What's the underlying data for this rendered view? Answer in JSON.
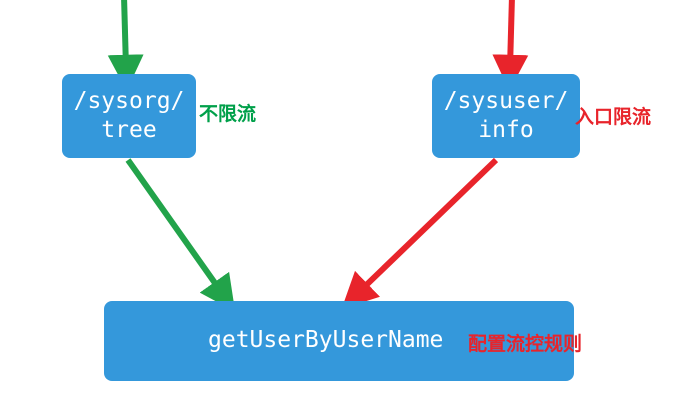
{
  "diagram": {
    "title": "flow-control-diagram",
    "colors": {
      "node_fill": "#3498db",
      "node_text": "#ffffff",
      "green": "#22a34a",
      "red": "#e8242b",
      "background": "#ffffff"
    },
    "nodes": [
      {
        "id": "sysorg-tree",
        "label": "/sysorg/\ntree"
      },
      {
        "id": "sysuser-info",
        "label": "/sysuser/\ninfo"
      },
      {
        "id": "getuserbyusername",
        "label": "getUserByUserName"
      }
    ],
    "annotations": [
      {
        "id": "green-no-limit",
        "text": "不限流",
        "color": "#00a04a"
      },
      {
        "id": "red-entry-limit",
        "text": "入口限流",
        "color": "#e8242b"
      },
      {
        "id": "red-config-rule",
        "text": "配置流控规则",
        "color": "#e8242b"
      }
    ],
    "arrows": [
      {
        "id": "arrow-top-green-into-sysorg",
        "color": "#22a34a",
        "from": "top-edge",
        "to": "sysorg-tree"
      },
      {
        "id": "arrow-top-red-into-sysuser",
        "color": "#e8242b",
        "from": "top-edge",
        "to": "sysuser-info"
      },
      {
        "id": "arrow-sysorg-to-getuser",
        "color": "#22a34a",
        "from": "sysorg-tree",
        "to": "getuserbyusername"
      },
      {
        "id": "arrow-sysuser-to-getuser",
        "color": "#e8242b",
        "from": "sysuser-info",
        "to": "getuserbyusername"
      }
    ]
  }
}
